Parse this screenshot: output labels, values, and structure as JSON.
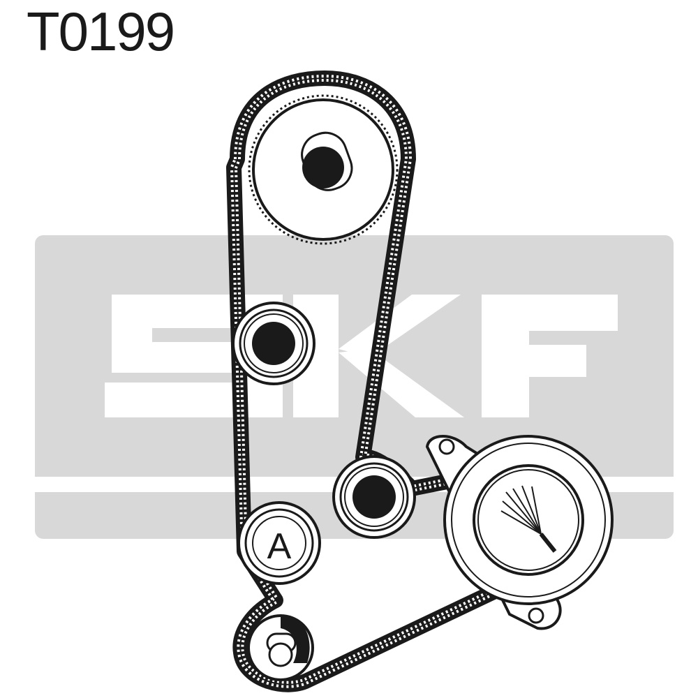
{
  "part_number": "T0199",
  "watermark": {
    "brand": "SKF",
    "background_color": "#d8d8d8",
    "letter_color": "#ffffff"
  },
  "diagram": {
    "ink_color": "#1a1a1a",
    "marked_pulley_label": "A",
    "components": [
      "camshaft-sprocket",
      "idler-pulley-upper",
      "idler-pulley-lower",
      "pulley-a",
      "tensioner-pulley",
      "crankshaft-sprocket",
      "timing-belt"
    ]
  }
}
